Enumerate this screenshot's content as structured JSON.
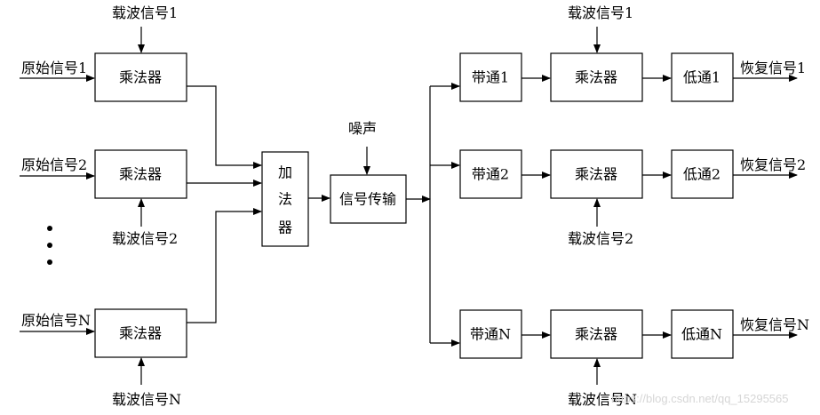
{
  "inputs": {
    "source_1": "原始信号1",
    "source_2": "原始信号2",
    "source_n": "原始信号N",
    "carrier_1": "载波信号1",
    "carrier_2": "载波信号2",
    "carrier_n": "载波信号N"
  },
  "blocks": {
    "multiplier": "乘法器",
    "adder_chars": [
      "加",
      "法",
      "器"
    ],
    "transmission": "信号传输",
    "noise": "噪声",
    "bandpass_1": "带通1",
    "bandpass_2": "带通2",
    "bandpass_n": "带通N",
    "lowpass_1": "低通1",
    "lowpass_2": "低通2",
    "lowpass_n": "低通N"
  },
  "outputs": {
    "recovered_1": "恢复信号1",
    "recovered_2": "恢复信号2",
    "recovered_n": "恢复信号N"
  },
  "watermark": "https://blog.csdn.net/qq_15295565"
}
